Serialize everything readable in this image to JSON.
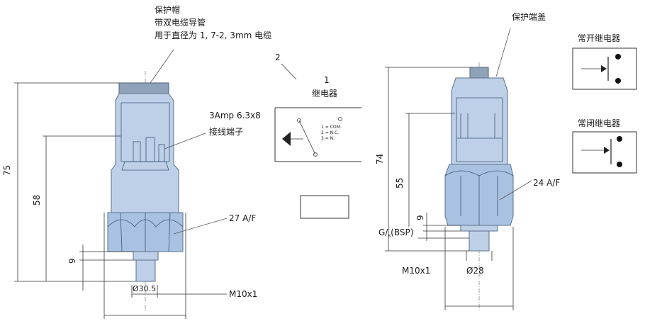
{
  "left_view": {
    "cap_label_line1": "保护帽",
    "cap_label_line2": "带双电缆导管",
    "cap_label_line3": "用于直径为 1, 7-2, 3mm 电缆",
    "terminal_label_line1": "3Amp 6.3x8",
    "terminal_label_line2": "接线端子",
    "hex_label": "27 A/F",
    "dim_total": "75",
    "dim_body": "58",
    "dim_thread": "9",
    "dim_diameter": "Ø30.5",
    "thread_label": "M10x1"
  },
  "middle": {
    "label_2": "2",
    "label_1": "1",
    "relay_label": "继电器",
    "pin1": "1 = COM.",
    "pin2": "2 = N.C.",
    "pin3": "3 = N."
  },
  "right_view": {
    "cap_label": "保护端盖",
    "hex_label": "24 A/F",
    "dim_total": "74",
    "dim_body": "55",
    "dim_thread": "9",
    "thread_label_prefix": "G/",
    "thread_label_sub": "8",
    "thread_label_suffix": "(BSP)",
    "thread_bottom_label": "M10x1",
    "dim_diameter": "Ø28"
  },
  "legend": {
    "no_relay": "常开继电器",
    "nc_relay": "常闭继电器"
  },
  "colors": {
    "body_fill": "#bdd0e8",
    "outline": "#5a6f8a"
  }
}
